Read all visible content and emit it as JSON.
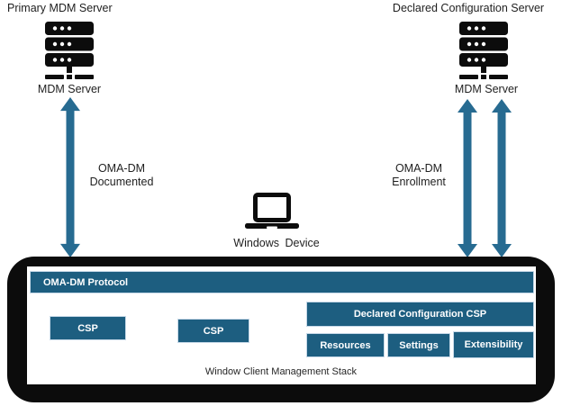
{
  "colors": {
    "bg": "#ffffff",
    "ink": "#0c0c0c",
    "arrow": "#276b91",
    "box": "#1d5e80",
    "box-border": "#c7d9e8",
    "box-text": "#ffffff",
    "text": "#1f1f1f"
  },
  "servers": {
    "primary": {
      "title": "Primary MDM Server",
      "caption": "MDM Server"
    },
    "declared": {
      "title": "Declared Configuration Server",
      "caption": "MDM Server"
    }
  },
  "links": {
    "documented": {
      "line1": "OMA-DM",
      "line2": "Documented"
    },
    "enrollment": {
      "line1": "OMA-DM",
      "line2": "Enrollment"
    }
  },
  "device": {
    "caption": "Windows Device"
  },
  "stack": {
    "protocol": "OMA-DM Protocol",
    "csp_left": "CSP",
    "csp_middle": "CSP",
    "declared_csp": "Declared Configuration CSP",
    "children": [
      "Resources",
      "Settings",
      "Extensibility"
    ],
    "caption": "Window Client Management Stack"
  },
  "icons": {
    "server": "server-stack-icon",
    "device": "laptop-icon",
    "link": "bidirectional-arrow-icon"
  }
}
